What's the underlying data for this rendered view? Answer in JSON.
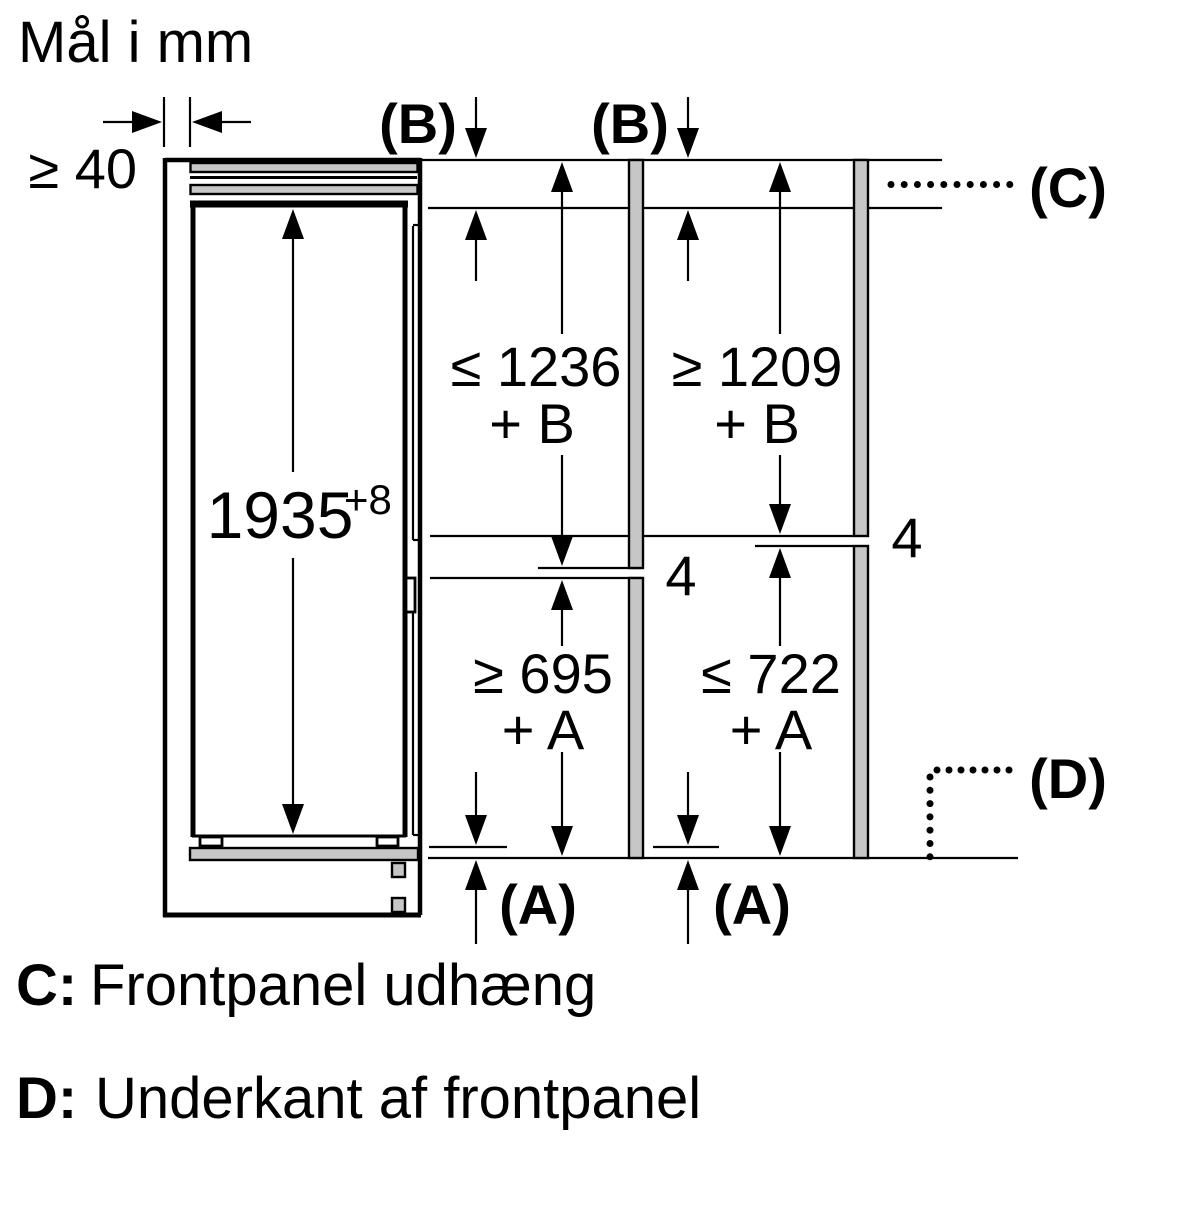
{
  "title": "Mål i mm",
  "diagram": {
    "wall_clearance": "≥ 40",
    "niche_height": "1935",
    "niche_height_tolerance": "+8",
    "top_gap_label_left": "(B)",
    "top_gap_label_right": "(B)",
    "bottom_gap_label_left": "(A)",
    "bottom_gap_label_right": "(A)",
    "overhang_label": "(C)",
    "panel_bottom_label": "(D)",
    "left_column": {
      "upper_value": "≤ 1236",
      "upper_term": "+ B",
      "lower_value": "≥ 695",
      "lower_term": "+ A",
      "panel_gap": "4"
    },
    "right_column": {
      "upper_value": "≥ 1209",
      "upper_term": "+ B",
      "lower_value": "≤ 722",
      "lower_term": "+ A",
      "panel_gap": "4"
    }
  },
  "legend": {
    "c_key": "C:",
    "c_text": "Frontpanel udhæng",
    "d_key": "D:",
    "d_text": "Underkant af frontpanel"
  },
  "colors": {
    "line": "#000000",
    "panel_fill": "#c6c6c6",
    "background": "#ffffff"
  }
}
